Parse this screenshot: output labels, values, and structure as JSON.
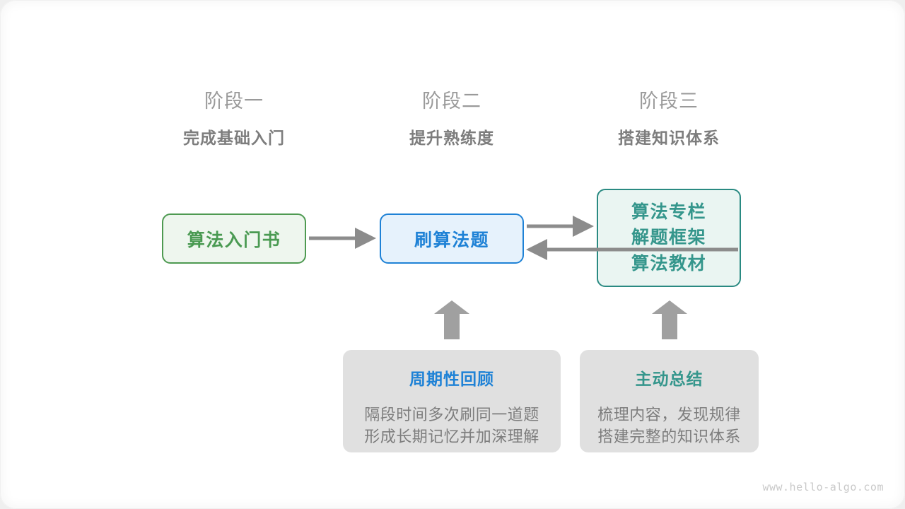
{
  "diagram": {
    "watermark": "www.hello-algo.com",
    "colors": {
      "green": "#4a9a52",
      "blue": "#1f82d6",
      "teal": "#35968c",
      "gray_text": "#7d7d7d",
      "gray_title": "#9a9a9a",
      "note_bg": "#e0e0e0",
      "arrow": "#8c8c8c"
    },
    "stages": [
      {
        "title": "阶段一",
        "subtitle": "完成基础入门"
      },
      {
        "title": "阶段二",
        "subtitle": "提升熟练度"
      },
      {
        "title": "阶段三",
        "subtitle": "搭建知识体系"
      }
    ],
    "nodes": [
      {
        "id": "book",
        "label": "算法入门书"
      },
      {
        "id": "practice",
        "label": "刷算法题"
      },
      {
        "id": "knowledge",
        "lines": [
          "算法专栏",
          "解题框架",
          "算法教材"
        ]
      }
    ],
    "notes": [
      {
        "id": "review",
        "title": "周期性回顾",
        "body_lines": [
          "隔段时间多次刷同一道题",
          "形成长期记忆并加深理解"
        ]
      },
      {
        "id": "summary",
        "title": "主动总结",
        "body_lines": [
          "梳理内容，发现规律",
          "搭建完整的知识体系"
        ]
      }
    ],
    "arrows": [
      {
        "id": "book-to-practice",
        "direction": "right"
      },
      {
        "id": "practice-to-knowledge",
        "direction": "right"
      },
      {
        "id": "knowledge-to-practice",
        "direction": "left"
      },
      {
        "id": "review-to-practice",
        "direction": "up"
      },
      {
        "id": "summary-to-knowledge",
        "direction": "up"
      }
    ]
  }
}
